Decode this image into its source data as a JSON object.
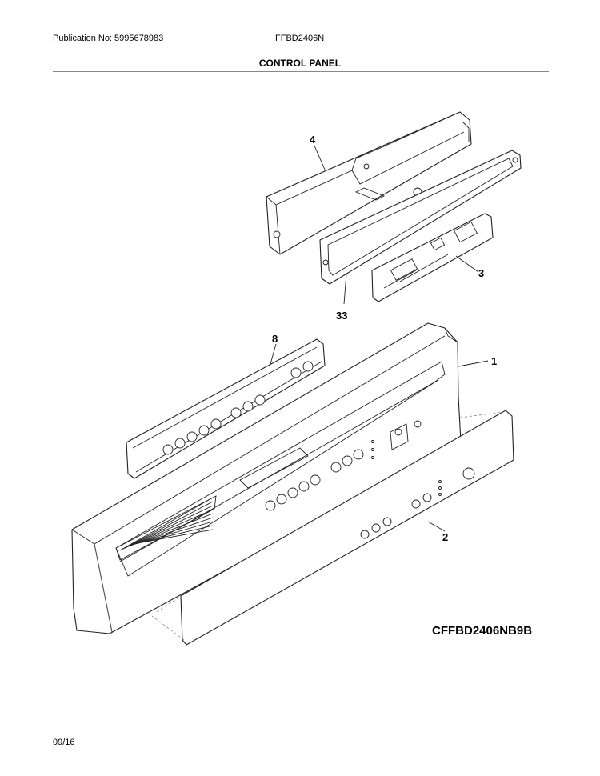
{
  "header": {
    "publication": "Publication No: 5995678983",
    "model": "FFBD2406N",
    "title": "CONTROL PANEL"
  },
  "callouts": {
    "c4": "4",
    "c3": "3",
    "c33": "33",
    "c8": "8",
    "c1": "1",
    "c2": "2"
  },
  "diagram_code": "CFFBD2406NB9B",
  "footer": {
    "date": "09/16"
  }
}
